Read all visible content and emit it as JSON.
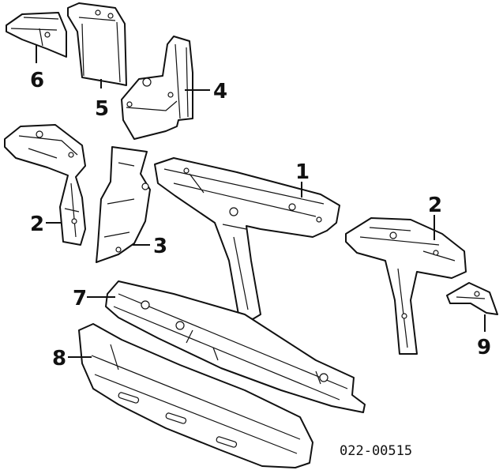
{
  "diagram": {
    "reference_code": "022-00515",
    "callouts": [
      {
        "id": "c1",
        "label": "1"
      },
      {
        "id": "c2a",
        "label": "2"
      },
      {
        "id": "c2b",
        "label": "2"
      },
      {
        "id": "c3",
        "label": "3"
      },
      {
        "id": "c4",
        "label": "4"
      },
      {
        "id": "c5",
        "label": "5"
      },
      {
        "id": "c6",
        "label": "6"
      },
      {
        "id": "c7",
        "label": "7"
      },
      {
        "id": "c8",
        "label": "8"
      },
      {
        "id": "c9",
        "label": "9"
      }
    ]
  }
}
